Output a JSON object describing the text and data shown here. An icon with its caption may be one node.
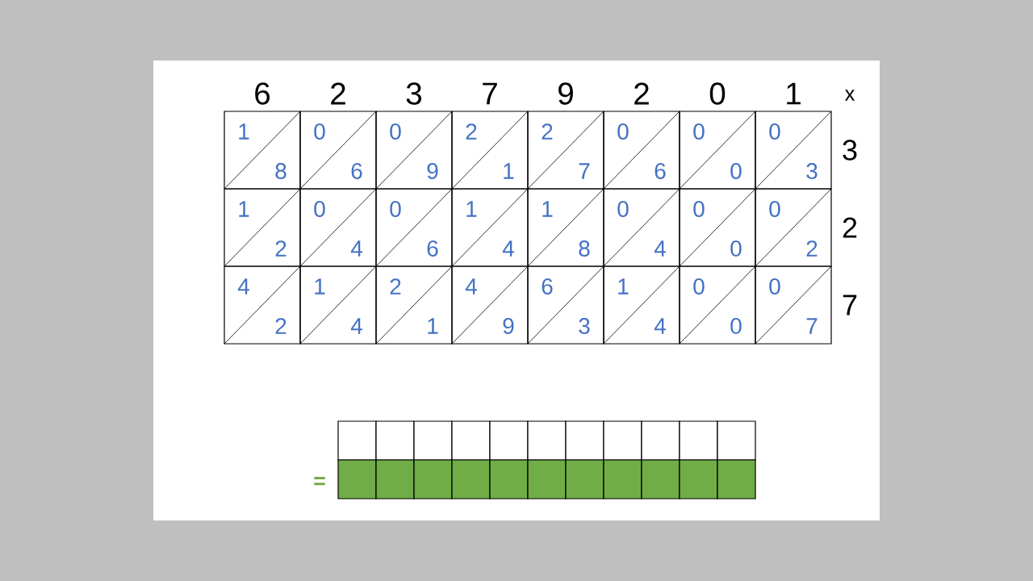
{
  "diagram": {
    "labels": [
      "6",
      "2",
      "3",
      "7",
      "9",
      "2",
      "0",
      "1",
      "x",
      "1",
      "8",
      "0",
      "6",
      "0",
      "9",
      "2",
      "1",
      "2",
      "7",
      "0",
      "6",
      "0",
      "0",
      "0",
      "3",
      "3",
      "1",
      "2",
      "0",
      "4",
      "0",
      "6",
      "1",
      "4",
      "1",
      "8",
      "0",
      "4",
      "0",
      "0",
      "0",
      "2",
      "2",
      "4",
      "2",
      "1",
      "4",
      "2",
      "1",
      "4",
      "9",
      "6",
      "3",
      "1",
      "4",
      "0",
      "0",
      "0",
      "7",
      "7",
      "="
    ]
  }
}
